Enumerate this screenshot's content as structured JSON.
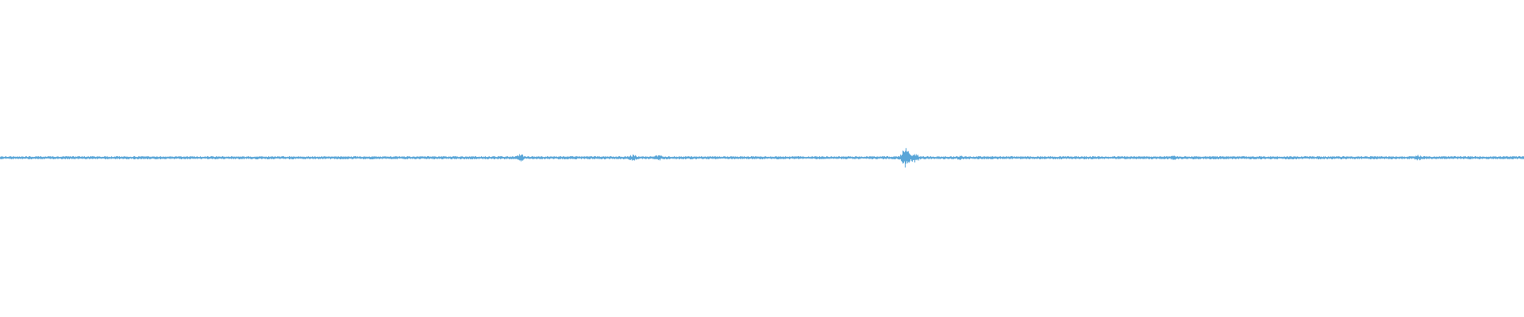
{
  "waveform": {
    "color": "#5aa6d8",
    "background": "#ffffff",
    "baseline_amplitude": 0.05,
    "peaks": [
      {
        "position": 0.341,
        "amplitude": 0.12
      },
      {
        "position": 0.415,
        "amplitude": 0.1
      },
      {
        "position": 0.432,
        "amplitude": 0.09
      },
      {
        "position": 0.594,
        "amplitude": 0.32
      },
      {
        "position": 0.6,
        "amplitude": 0.16
      },
      {
        "position": 0.63,
        "amplitude": 0.08
      },
      {
        "position": 0.77,
        "amplitude": 0.08
      },
      {
        "position": 0.93,
        "amplitude": 0.09
      }
    ]
  }
}
